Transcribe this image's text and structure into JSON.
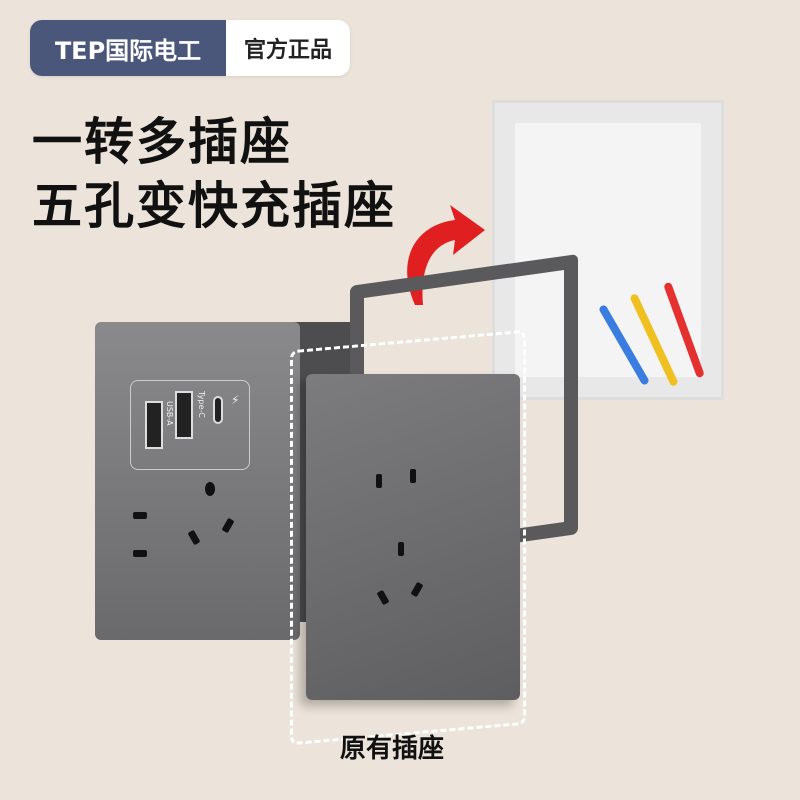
{
  "badge": {
    "brand": "TEP国际电工",
    "tag": "官方正品",
    "brand_color": "#4a577a"
  },
  "headline": {
    "line1": "一转多插座",
    "line2": "五孔变快充插座"
  },
  "product": {
    "usb_label": "USB-A",
    "typec_label": "Type-C",
    "fast_charge_icon": "lightning-icon"
  },
  "caption": "原有插座",
  "colors": {
    "background": "#ece4da",
    "arrow": "#e02020",
    "wires": [
      "#e53030",
      "#f0c020",
      "#3a7de0"
    ]
  }
}
